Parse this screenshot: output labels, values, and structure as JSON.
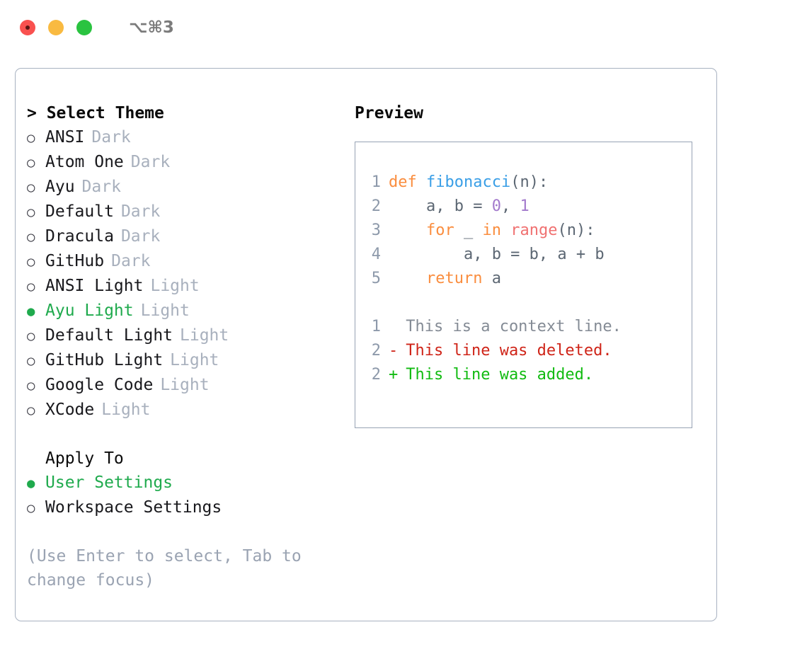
{
  "window": {
    "title": "⌥⌘3",
    "controls": [
      {
        "name": "close",
        "color": "#f9514f"
      },
      {
        "name": "minimize",
        "color": "#f9ba41"
      },
      {
        "name": "maximize",
        "color": "#2ac340"
      }
    ]
  },
  "theme_section": {
    "heading": "> Select Theme",
    "items": [
      {
        "marker": "○",
        "label": "ANSI",
        "tag": "Dark",
        "selected": false
      },
      {
        "marker": "○",
        "label": "Atom One",
        "tag": "Dark",
        "selected": false
      },
      {
        "marker": "○",
        "label": "Ayu",
        "tag": "Dark",
        "selected": false
      },
      {
        "marker": "○",
        "label": "Default",
        "tag": "Dark",
        "selected": false
      },
      {
        "marker": "○",
        "label": "Dracula",
        "tag": "Dark",
        "selected": false
      },
      {
        "marker": "○",
        "label": "GitHub",
        "tag": "Dark",
        "selected": false
      },
      {
        "marker": "○",
        "label": "ANSI Light",
        "tag": "Light",
        "selected": false
      },
      {
        "marker": "●",
        "label": "Ayu Light",
        "tag": "Light",
        "selected": true
      },
      {
        "marker": "○",
        "label": "Default Light",
        "tag": "Light",
        "selected": false
      },
      {
        "marker": "○",
        "label": "GitHub Light",
        "tag": "Light",
        "selected": false
      },
      {
        "marker": "○",
        "label": "Google Code",
        "tag": "Light",
        "selected": false
      },
      {
        "marker": "○",
        "label": "XCode",
        "tag": "Light",
        "selected": false
      }
    ]
  },
  "apply_section": {
    "heading": "Apply To",
    "items": [
      {
        "marker": "●",
        "label": "User Settings",
        "selected": true
      },
      {
        "marker": "○",
        "label": "Workspace Settings",
        "selected": false
      }
    ]
  },
  "hint": "(Use Enter to select, Tab to change focus)",
  "preview": {
    "heading": "Preview",
    "code_lines": [
      {
        "num": "1",
        "tokens": [
          {
            "t": "def",
            "c": "kw"
          },
          {
            "t": " ",
            "c": "pl"
          },
          {
            "t": "fibonacci",
            "c": "fn"
          },
          {
            "t": "(n):",
            "c": "pl"
          }
        ]
      },
      {
        "num": "2",
        "tokens": [
          {
            "t": "    a, b = ",
            "c": "pl"
          },
          {
            "t": "0",
            "c": "num"
          },
          {
            "t": ", ",
            "c": "pl"
          },
          {
            "t": "1",
            "c": "num"
          }
        ]
      },
      {
        "num": "3",
        "tokens": [
          {
            "t": "    ",
            "c": "pl"
          },
          {
            "t": "for",
            "c": "kw"
          },
          {
            "t": " _ ",
            "c": "pl"
          },
          {
            "t": "in",
            "c": "kw"
          },
          {
            "t": " ",
            "c": "pl"
          },
          {
            "t": "range",
            "c": "call"
          },
          {
            "t": "(n):",
            "c": "pl"
          }
        ]
      },
      {
        "num": "4",
        "tokens": [
          {
            "t": "        a, b = b, a + b",
            "c": "pl"
          }
        ]
      },
      {
        "num": "5",
        "tokens": [
          {
            "t": "    ",
            "c": "pl"
          },
          {
            "t": "return",
            "c": "kw"
          },
          {
            "t": " a",
            "c": "pl"
          }
        ]
      }
    ],
    "diff_lines": [
      {
        "num": "1",
        "mark": " ",
        "text": "This is a context line.",
        "kind": "ctx"
      },
      {
        "num": "2",
        "mark": "-",
        "text": "This line was deleted.",
        "kind": "del"
      },
      {
        "num": "2",
        "mark": "+",
        "text": "This line was added.",
        "kind": "add"
      }
    ]
  },
  "colors": {
    "selected_green": "#1faa4d",
    "tag_grey": "#a8b0bd",
    "hint_grey": "#9aa3b2",
    "border": "#a8b2c1",
    "syntax_keyword": "#fa8d3e",
    "syntax_function": "#399ee6",
    "syntax_number": "#a37acc",
    "syntax_call": "#f07171",
    "syntax_plain": "#5c6773",
    "diff_deleted": "#cf2418",
    "diff_added": "#11bb11",
    "diff_context": "#848b95"
  }
}
